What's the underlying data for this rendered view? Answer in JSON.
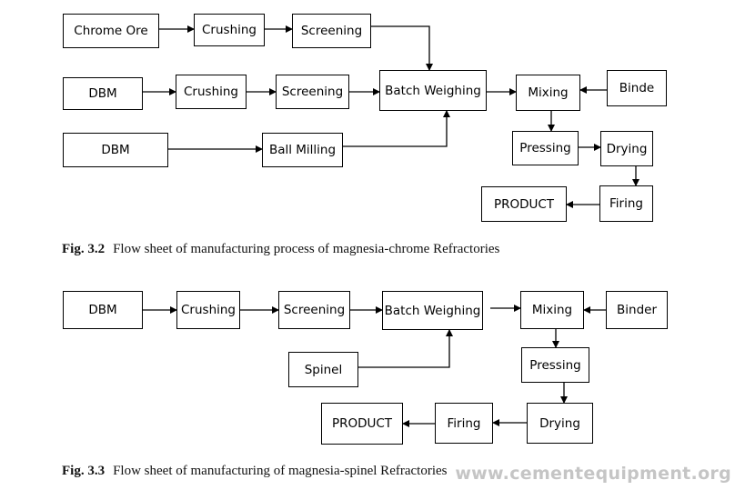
{
  "figure1": {
    "nodes": {
      "chrome_ore": "Chrome Ore",
      "crushing_1": "Crushing",
      "screening_1": "Screening",
      "dbm_1": "DBM",
      "crushing_2": "Crushing",
      "screening_2": "Screening",
      "batch_weighing": "Batch Weighing",
      "mixing": "Mixing",
      "binde": "Binde",
      "dbm_2": "DBM",
      "ball_milling": "Ball Milling",
      "pressing": "Pressing",
      "drying": "Drying",
      "product": "PRODUCT",
      "firing": "Firing"
    },
    "caption_number": "Fig. 3.2",
    "caption_text": "Flow sheet of manufacturing process of magnesia-chrome Refractories"
  },
  "figure2": {
    "nodes": {
      "dbm": "DBM",
      "crushing": "Crushing",
      "screening": "Screening",
      "batch_weighing": "Batch Weighing",
      "mixing": "Mixing",
      "binder": "Binder",
      "spinel": "Spinel",
      "pressing": "Pressing",
      "product": "PRODUCT",
      "firing": "Firing",
      "drying": "Drying"
    },
    "caption_number": "Fig. 3.3",
    "caption_text": "Flow sheet of manufacturing of magnesia-spinel Refractories"
  },
  "watermark": "www.cementequipment.org"
}
